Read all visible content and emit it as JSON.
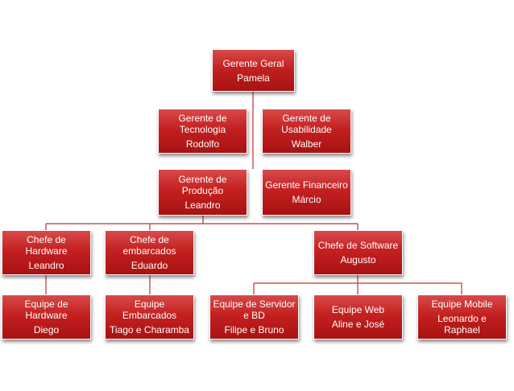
{
  "org_chart": {
    "nodes": [
      {
        "id": "gerente-geral",
        "title": "Gerente Geral",
        "person": "Pamela"
      },
      {
        "id": "gerente-tecnologia",
        "title": "Gerente de\nTecnologia",
        "person": "Rodolfo"
      },
      {
        "id": "gerente-usabilidade",
        "title": "Gerente de\nUsabilidade",
        "person": "Walber"
      },
      {
        "id": "gerente-producao",
        "title": "Gerente de\nProdução",
        "person": "Leandro"
      },
      {
        "id": "gerente-financeiro",
        "title": "Gerente Financeiro",
        "person": "Márcio"
      },
      {
        "id": "chefe-hardware",
        "title": "Chefe de Hardware",
        "person": "Leandro"
      },
      {
        "id": "chefe-embarcados",
        "title": "Chefe de\nembarcados",
        "person": "Eduardo"
      },
      {
        "id": "chefe-software",
        "title": "Chefe de Software",
        "person": "Augusto"
      },
      {
        "id": "equipe-hardware",
        "title": "Equipe  de\nHardware",
        "person": "Diego"
      },
      {
        "id": "equipe-embarcados",
        "title": "Equipe\nEmbarcados",
        "person": "Tiago e Charamba"
      },
      {
        "id": "equipe-servidor",
        "title": "Equipe de Servidor\ne BD",
        "person": "Filipe e Bruno"
      },
      {
        "id": "equipe-web",
        "title": "Equipe  Web",
        "person": "Aline e José"
      },
      {
        "id": "equipe-mobile",
        "title": "Equipe Mobile",
        "person": "Leonardo e\nRaphael"
      }
    ]
  },
  "colors": {
    "box": "#c42020",
    "line": "#c03030",
    "text": "#ffffff"
  }
}
